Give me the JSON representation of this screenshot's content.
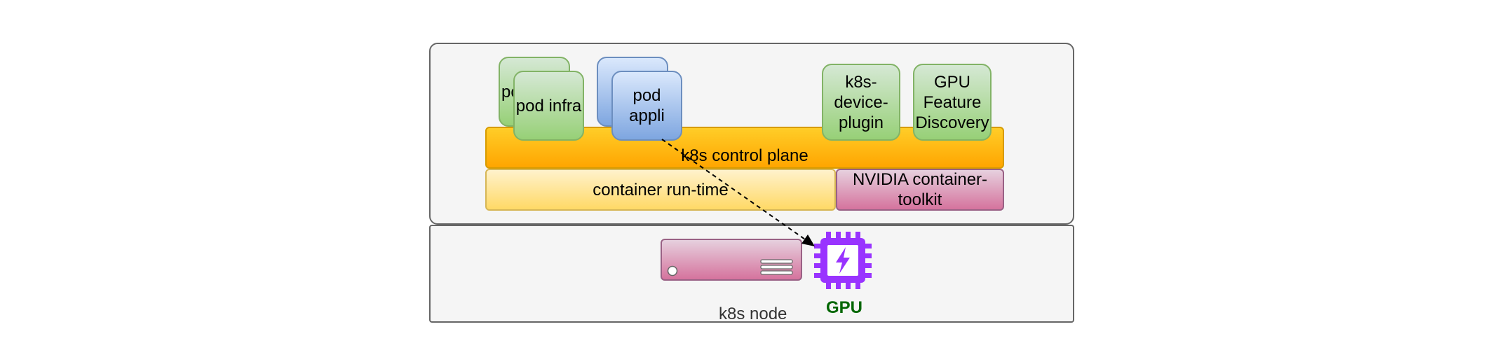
{
  "diagram": {
    "node_label": "k8s node",
    "control_plane_label": "k8s control plane",
    "runtime_label": "container run-time",
    "toolkit_label": "NVIDIA container-toolkit",
    "pods": {
      "infra_back_label": "pod infra",
      "infra_front_label": "pod infra",
      "appli_front_label": "pod appli",
      "device_plugin_label": "k8s-device-plugin",
      "gfd_label": "GPU Feature Discovery"
    },
    "gpu_label": "GPU",
    "icons": {
      "server": "server-icon",
      "gpu_chip": "gpu-chip-icon",
      "lightning": "lightning-icon"
    },
    "colors": {
      "gpu_chip": "#9933ff",
      "gpu_label": "#006600",
      "control_plane": "#ffa500",
      "runtime": "#ffd966",
      "toolkit": "#d5739d"
    }
  }
}
